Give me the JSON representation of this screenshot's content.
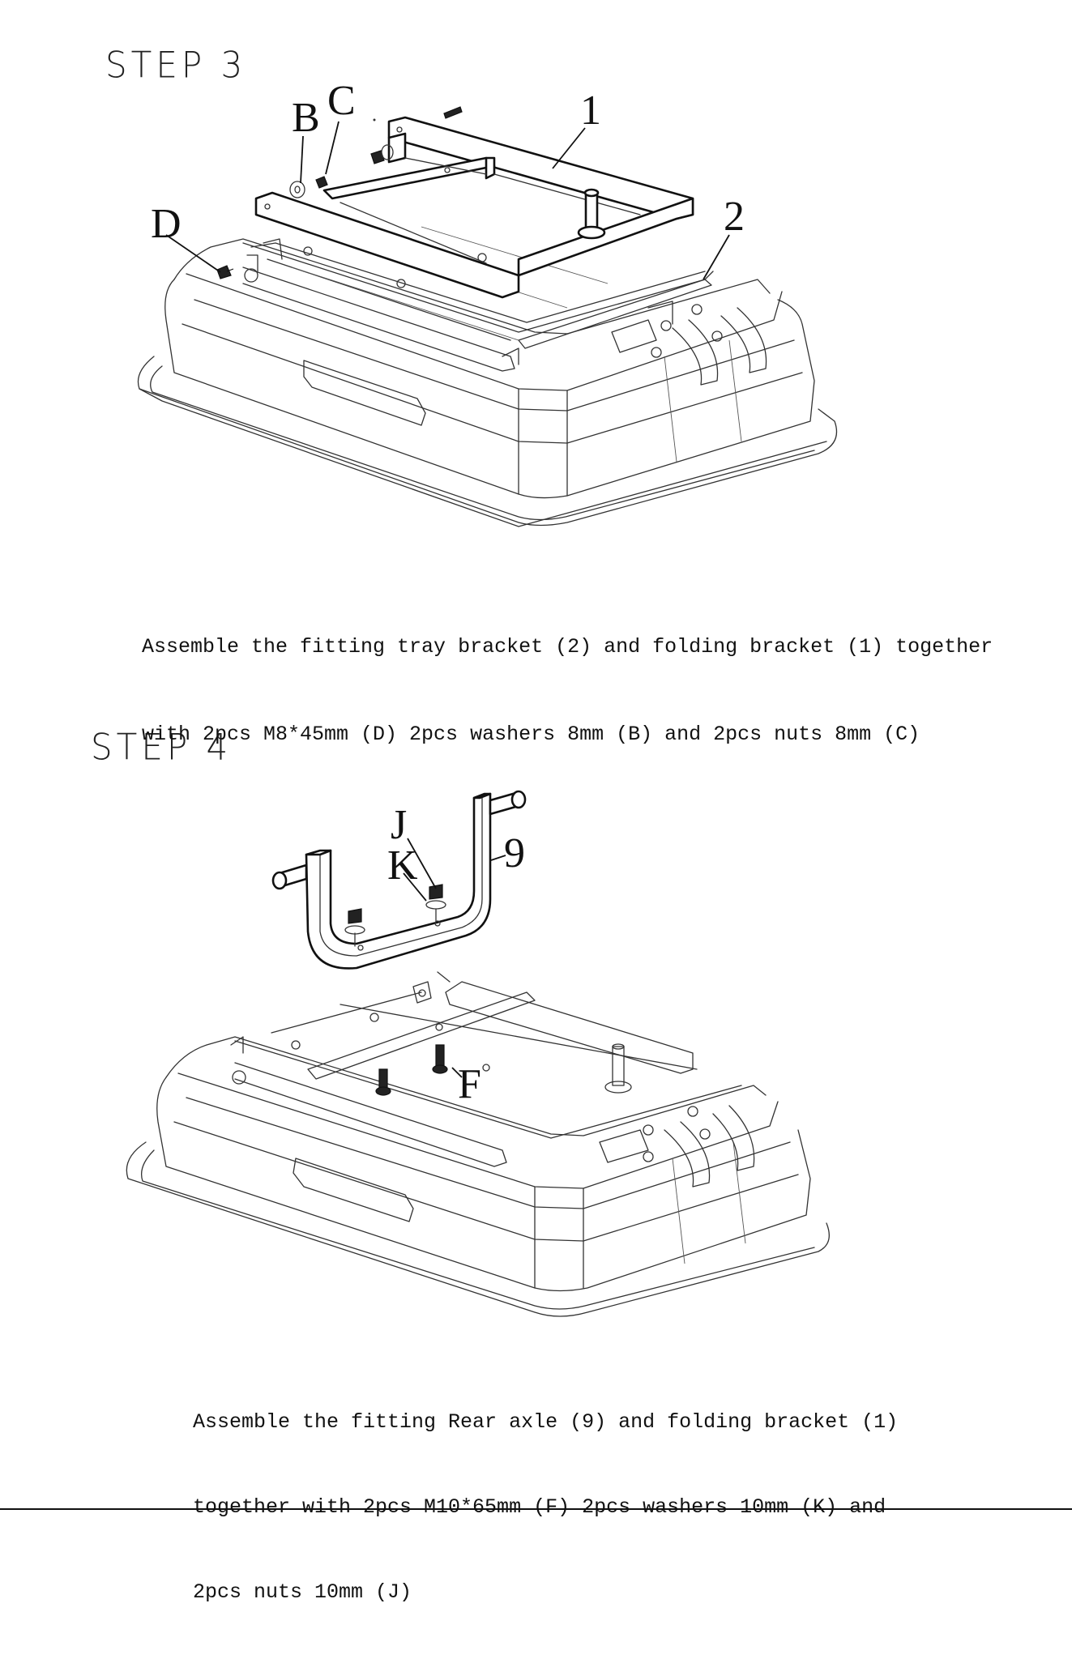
{
  "steps": [
    {
      "title": "STEP 3",
      "labels": {
        "b": "B",
        "c": "C",
        "d": "D",
        "part1": "1",
        "part2": "2"
      },
      "caption_lines": [
        "Assemble the fitting tray bracket (2) and folding bracket (1) together",
        "with 2pcs M8*45mm (D) 2pcs washers 8mm (B) and 2pcs nuts 8mm (C)"
      ]
    },
    {
      "title": "STEP 4",
      "labels": {
        "j": "J",
        "k": "K",
        "part9": "9",
        "f": "F"
      },
      "caption_lines": [
        "Assemble the fitting Rear axle (9) and folding bracket (1)",
        "together with 2pcs M10*65mm (F) 2pcs washers 10mm (K) and",
        "2pcs nuts 10mm (J)"
      ]
    }
  ]
}
